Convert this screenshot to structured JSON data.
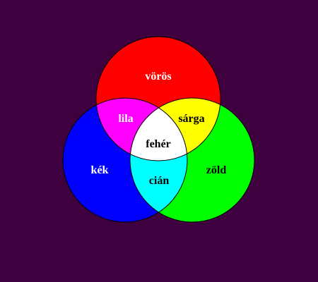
{
  "background_color": "#3f003f",
  "circles": {
    "red": {
      "label": "vörös",
      "color": "#ff0000",
      "label_color": "#ffffff"
    },
    "blue": {
      "label": "kék",
      "color": "#0000ff",
      "label_color": "#ffffff"
    },
    "green": {
      "label": "zöld",
      "color": "#00ff00",
      "label_color": "#000000"
    }
  },
  "overlaps": {
    "red_blue": {
      "label": "lila",
      "color": "#ff00ff",
      "label_color": "#ffffff"
    },
    "red_green": {
      "label": "sárga",
      "color": "#ffff00",
      "label_color": "#000000"
    },
    "blue_green": {
      "label": "cián",
      "color": "#00ffff",
      "label_color": "#000000"
    },
    "all": {
      "label": "fehér",
      "color": "#ffffff",
      "label_color": "#000000"
    }
  }
}
